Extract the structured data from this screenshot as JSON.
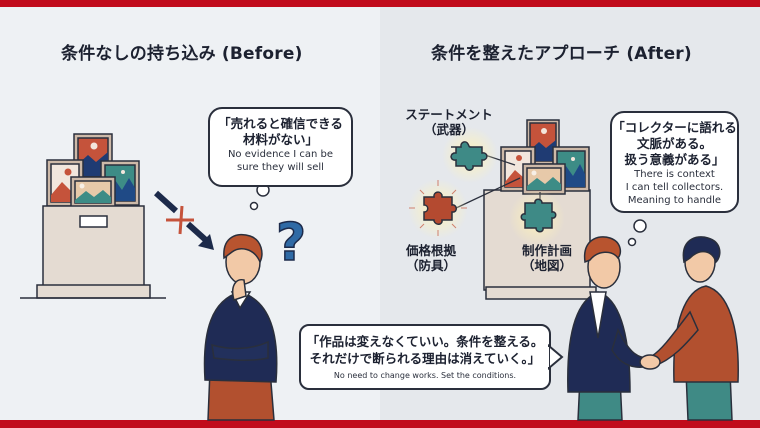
{
  "colors": {
    "accent_bar": "#c10b1c",
    "panel_left_bg": "#eef1f4",
    "panel_right_bg": "#e5e8ec",
    "navy": "#1f2b55",
    "rust": "#b44a30",
    "teal": "#3e8a86",
    "beige": "#e6ddd2"
  },
  "left_panel": {
    "title": "条件なしの持ち込み (Before)",
    "thought_bubble": {
      "jp_line1": "「売れると確信できる",
      "jp_line2": "材料がない」",
      "en_line1": "No evidence I can be",
      "en_line2": "sure they will sell"
    },
    "icons": [
      "artwork-stack-on-pedestal",
      "blocked-arrow",
      "question-mark",
      "confused-man"
    ]
  },
  "right_panel": {
    "title": "条件を整えたアプローチ (After)",
    "labels": {
      "statement": {
        "line1": "ステートメント",
        "line2": "（武器）"
      },
      "price": {
        "line1": "価格根拠",
        "line2": "（防具）"
      },
      "plan": {
        "line1": "制作計画",
        "line2": "（地図）"
      }
    },
    "thought_bubble": {
      "jp_line1": "「コレクターに語れる",
      "jp_line2": "文脈がある。",
      "jp_line3": "扱う意義がある」",
      "en_line1": "There is context",
      "en_line2": "I can tell collectors.",
      "en_line3": "Meaning to handle"
    },
    "icons": [
      "puzzle-piece-teal",
      "puzzle-piece-rust",
      "puzzle-piece-teal-bottom",
      "artwork-stack-on-pedestal",
      "handshake-people"
    ]
  },
  "speech_bubble": {
    "jp_line1": "「作品は変えなくていい。条件を整える。",
    "jp_line2": "それだけで断られる理由は消えていく。」",
    "en_line1": "No need to change works. Set the conditions."
  }
}
